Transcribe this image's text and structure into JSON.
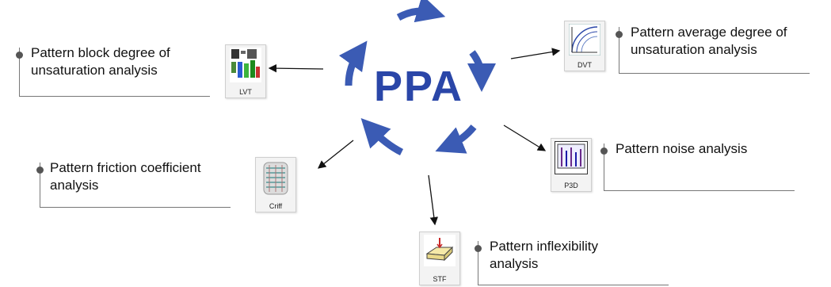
{
  "center": {
    "label": "PPA",
    "color": "#2a46a8",
    "arrow_color": "#3b5bb4"
  },
  "modules": [
    {
      "id": "lvt",
      "label": "LVT",
      "icon": "lvt-icon",
      "callout": "Pattern block degree of\nunsaturation analysis"
    },
    {
      "id": "dvt",
      "label": "DVT",
      "icon": "dvt-icon",
      "callout": "Pattern average degree of\nunsaturation analysis"
    },
    {
      "id": "p3d",
      "label": "P3D",
      "icon": "p3d-icon",
      "callout": "Pattern noise analysis"
    },
    {
      "id": "criff",
      "label": "Criff",
      "icon": "criff-icon",
      "callout": "Pattern friction coefficient\nanalysis"
    },
    {
      "id": "stf",
      "label": "STF",
      "icon": "stf-icon",
      "callout": "Pattern inflexibility\nanalysis"
    }
  ]
}
